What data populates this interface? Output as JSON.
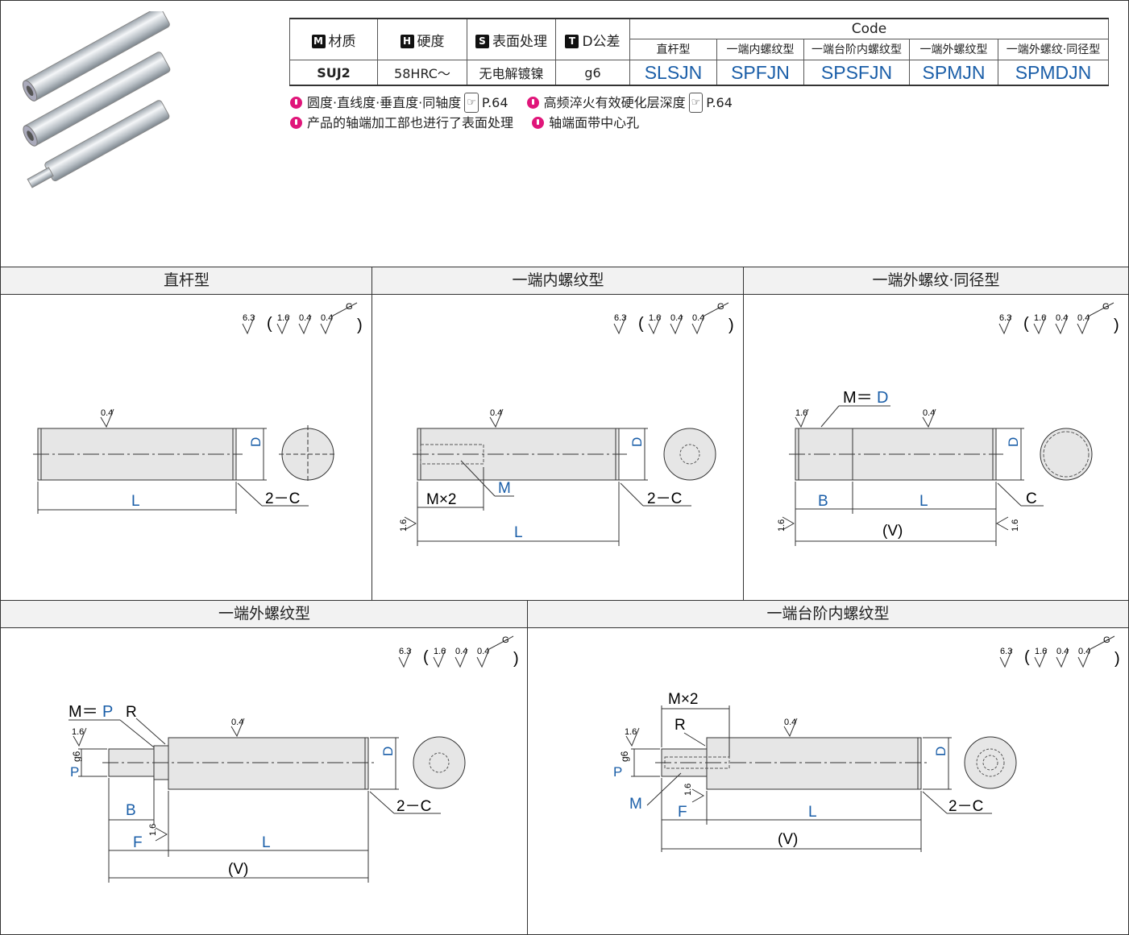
{
  "spec_table": {
    "headers": [
      {
        "badge": "M",
        "label": "材质"
      },
      {
        "badge": "H",
        "label": "硬度"
      },
      {
        "badge": "S",
        "label": "表面处理"
      },
      {
        "badge": "T",
        "label": "D公差"
      }
    ],
    "code_header": "Code",
    "code_types": [
      "直杆型",
      "一端内螺纹型",
      "一端台阶内螺纹型",
      "一端外螺纹型",
      "一端外螺纹·同径型"
    ],
    "values": [
      "SUJ2",
      "58HRC～",
      "无电解镀镍",
      "g6"
    ],
    "codes": [
      "SLSJN",
      "SPFJN",
      "SPSFJN",
      "SPMJN",
      "SPMDJN"
    ]
  },
  "notes": [
    {
      "text": "圆度·直线度·垂直度·同轴度",
      "ref": "P.64"
    },
    {
      "text": "高频淬火有效硬化层深度",
      "ref": "P.64"
    },
    {
      "text": "产品的轴端加工部也进行了表面处理",
      "ref": ""
    },
    {
      "text": "轴端面带中心孔",
      "ref": ""
    }
  ],
  "sections": {
    "straight": "直杆型",
    "inner_thread": "一端内螺纹型",
    "outer_same": "一端外螺纹·同径型",
    "outer_thread": "一端外螺纹型",
    "step_inner": "一端台阶内螺纹型"
  },
  "finish_symbol": {
    "main": "6.3",
    "parts": [
      "1.6",
      "0.4",
      "0.4"
    ],
    "grade": "G"
  },
  "dims": {
    "L": "L",
    "D": "D",
    "B": "B",
    "F": "F",
    "V": "(V)",
    "M": "M",
    "C": "C",
    "R": "R",
    "two_c": "2－C",
    "mx2": "M×2",
    "m_eq_d_prefix": "M＝",
    "m_eq_d_val": "D",
    "m_eq_p_prefix": "M＝",
    "m_eq_p_val": "P",
    "p": "P",
    "g6": "g6",
    "r04": "0.4",
    "r16": "1.6"
  },
  "colors": {
    "accent": "#1a5ea8",
    "note_pin": "#e0167a"
  }
}
